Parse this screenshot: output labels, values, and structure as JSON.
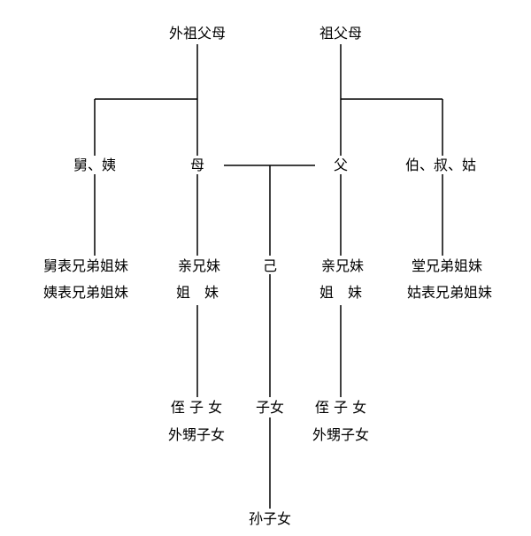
{
  "tree": {
    "maternal_grandparents": "外祖父母",
    "paternal_grandparents": "祖父母",
    "maternal_uncles_aunts": "舅、姨",
    "mother": "母",
    "father": "父",
    "paternal_uncles_aunts": "伯、叔、姑",
    "maternal_cousins_1": "舅表兄弟姐妹",
    "maternal_cousins_2": "姨表兄弟姐妹",
    "mother_siblings_1": "亲兄妹",
    "mother_siblings_2": "姐　妹",
    "self": "己",
    "father_siblings_1": "亲兄妹",
    "father_siblings_2": "姐　妹",
    "paternal_cousins_1": "堂兄弟姐妹",
    "paternal_cousins_2": "姑表兄弟姐妹",
    "left_nephews_1": "侄 子 女",
    "left_nephews_2": "外甥子女",
    "children": "子女",
    "right_nephews_1": "侄 子 女",
    "right_nephews_2": "外甥子女",
    "grandchildren": "孙子女"
  }
}
